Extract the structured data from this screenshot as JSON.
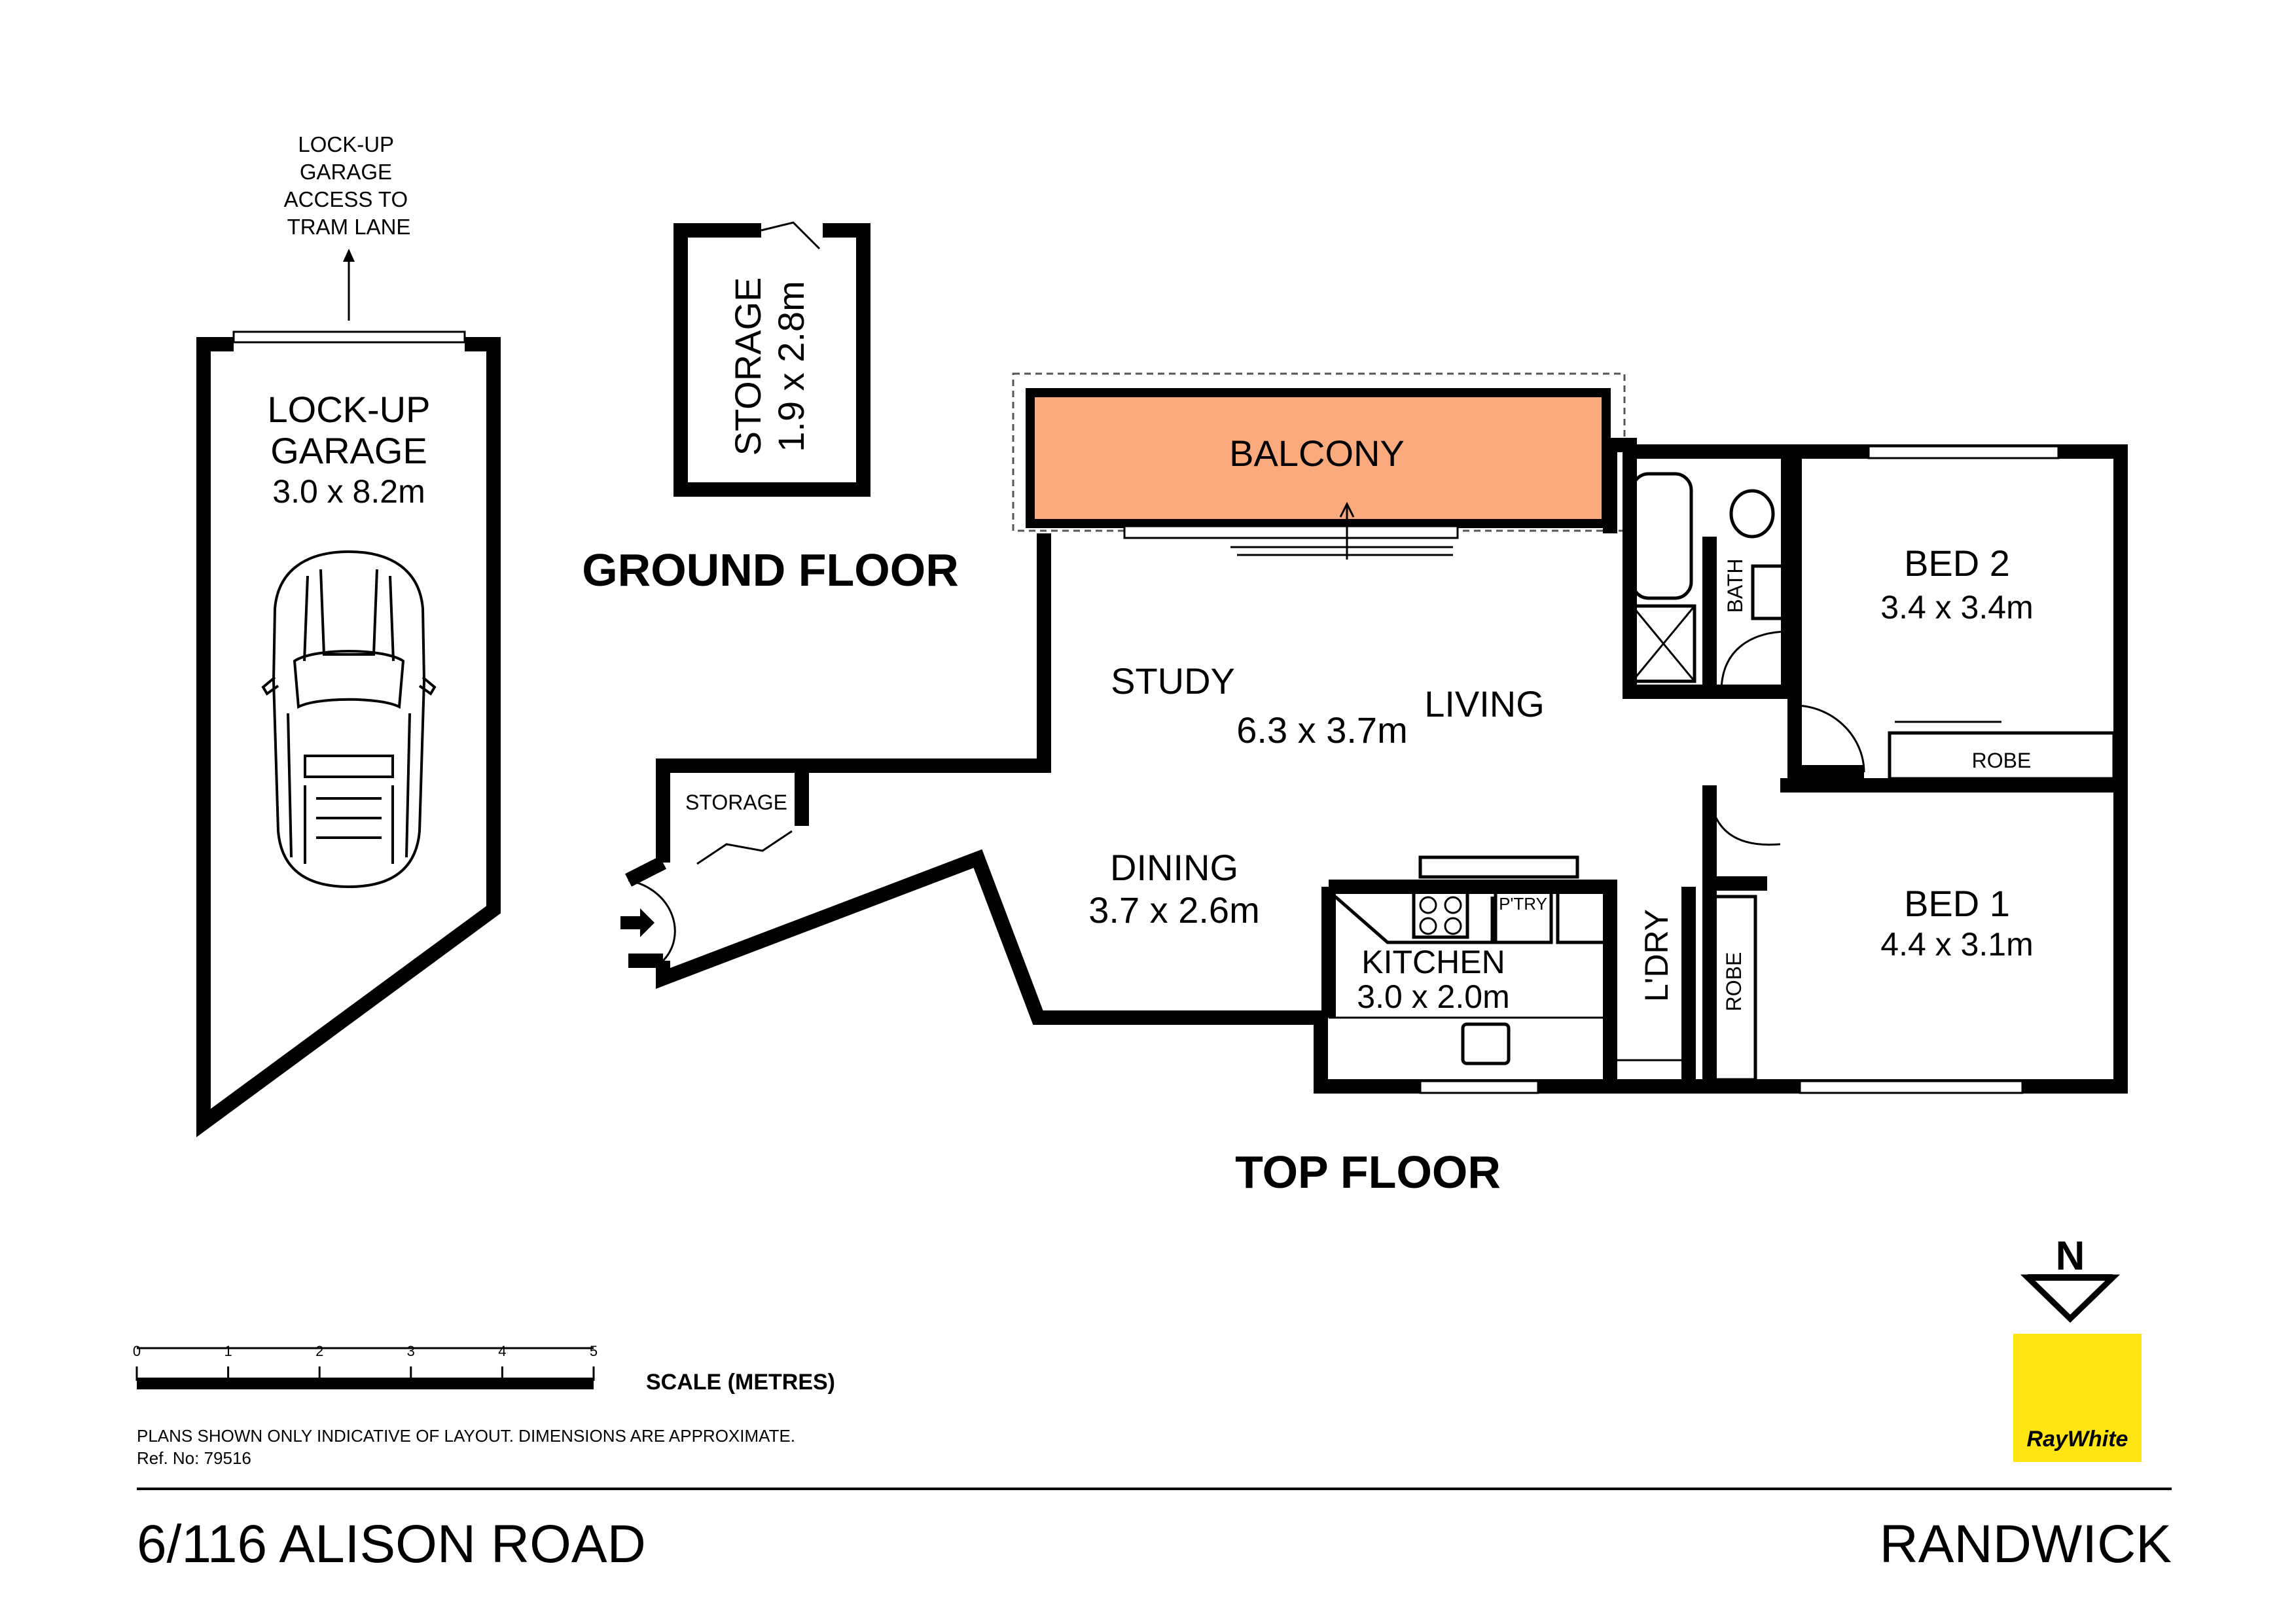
{
  "garage": {
    "access_note": [
      "LOCK-UP",
      "GARAGE",
      "ACCESS TO",
      "TRAM LANE"
    ],
    "name_line1": "LOCK-UP",
    "name_line2": "GARAGE",
    "size": "3.0 x 8.2m",
    "car_icon": "car-icon"
  },
  "ground_floor": {
    "heading": "GROUND FLOOR",
    "storage_name": "STORAGE",
    "storage_size": "1.9 x 2.8m"
  },
  "top_floor": {
    "heading": "TOP FLOOR",
    "balcony": {
      "name": "BALCONY",
      "fill_color": "#FBAA7E"
    },
    "study": "STUDY",
    "living": "LIVING",
    "living_size": "6.3 x 3.7m",
    "dining": "DINING",
    "dining_size": "3.7 x 2.6m",
    "kitchen": "KITCHEN",
    "kitchen_size": "3.0 x 2.0m",
    "pantry": "P'TRY",
    "laundry": "L'DRY",
    "bath": "BATH",
    "entry_storage": "STORAGE",
    "bed2": "BED 2",
    "bed2_size": "3.4 x 3.4m",
    "bed2_robe": "ROBE",
    "bed1": "BED 1",
    "bed1_size": "4.4 x 3.1m",
    "bed1_robe": "ROBE"
  },
  "compass": {
    "letter": "N",
    "icon": "north-arrow-icon"
  },
  "scale": {
    "ticks": [
      "0",
      "1",
      "2",
      "3",
      "4",
      "5"
    ],
    "label": "SCALE (METRES)"
  },
  "disclaimer": "PLANS SHOWN ONLY INDICATIVE OF LAYOUT.  DIMENSIONS ARE APPROXIMATE.",
  "ref": "Ref. No: 79516",
  "address": "6/116 ALISON ROAD",
  "suburb": "RANDWICK",
  "logo": {
    "text": "RayWhite",
    "bg_color": "#FFE512"
  }
}
